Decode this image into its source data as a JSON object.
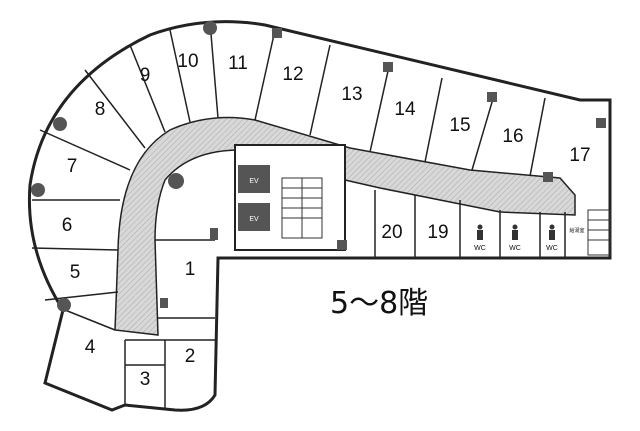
{
  "floor_label": "5〜8階",
  "rooms": [
    "1",
    "2",
    "3",
    "4",
    "5",
    "6",
    "7",
    "8",
    "9",
    "10",
    "11",
    "12",
    "13",
    "14",
    "15",
    "16",
    "17",
    "19",
    "20"
  ],
  "elevator_label": "EV",
  "restroom_label": "WC",
  "kitchenette_label": "給湯室",
  "colors": {
    "corridor": "#cfcfcf",
    "wall": "#222222",
    "column": "#555555"
  }
}
